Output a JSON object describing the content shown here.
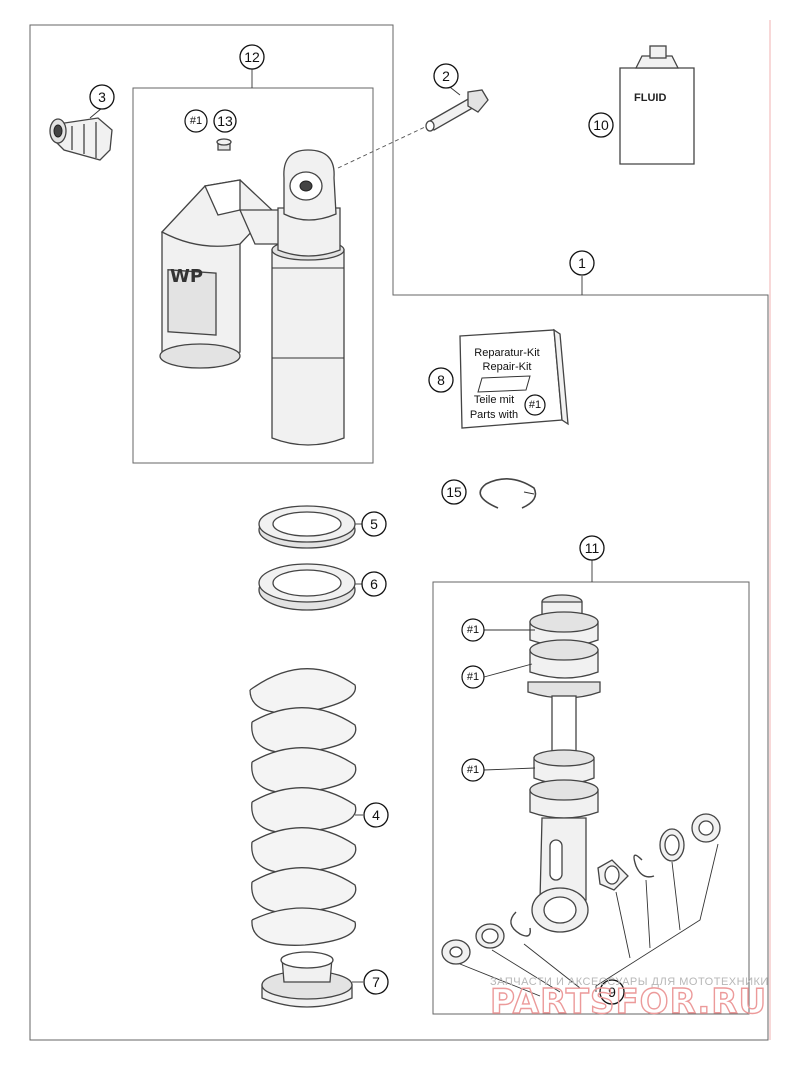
{
  "callouts": {
    "c1": "1",
    "c2": "2",
    "c3": "3",
    "c4": "4",
    "c5": "5",
    "c6": "6",
    "c7": "7",
    "c8": "8",
    "c9": "9",
    "c10": "10",
    "c11": "11",
    "c12": "12",
    "c13": "13",
    "c15": "15"
  },
  "kit_ref": "#1",
  "fluid_label": "FLUID",
  "repair_kit": {
    "line1": "Reparatur-Kit",
    "line2": "Repair-Kit",
    "line3": "Teile mit",
    "line4": "Parts with",
    "ref": "#1"
  },
  "watermark": {
    "caption": "ЗАПЧАСТИ И АКСЕССУАРЫ ДЛЯ МОТОТЕХНИКИ",
    "brand": "PARTSFOR.RU"
  },
  "colors": {
    "line": "#444444",
    "watermark_brand": "#ec9a9a",
    "watermark_caption": "#b7b7b7"
  },
  "icons": {
    "shock-absorber": "shock-absorber-drawing",
    "damper-rod": "damper-rod-drawing",
    "spring": "coil-spring-drawing"
  }
}
